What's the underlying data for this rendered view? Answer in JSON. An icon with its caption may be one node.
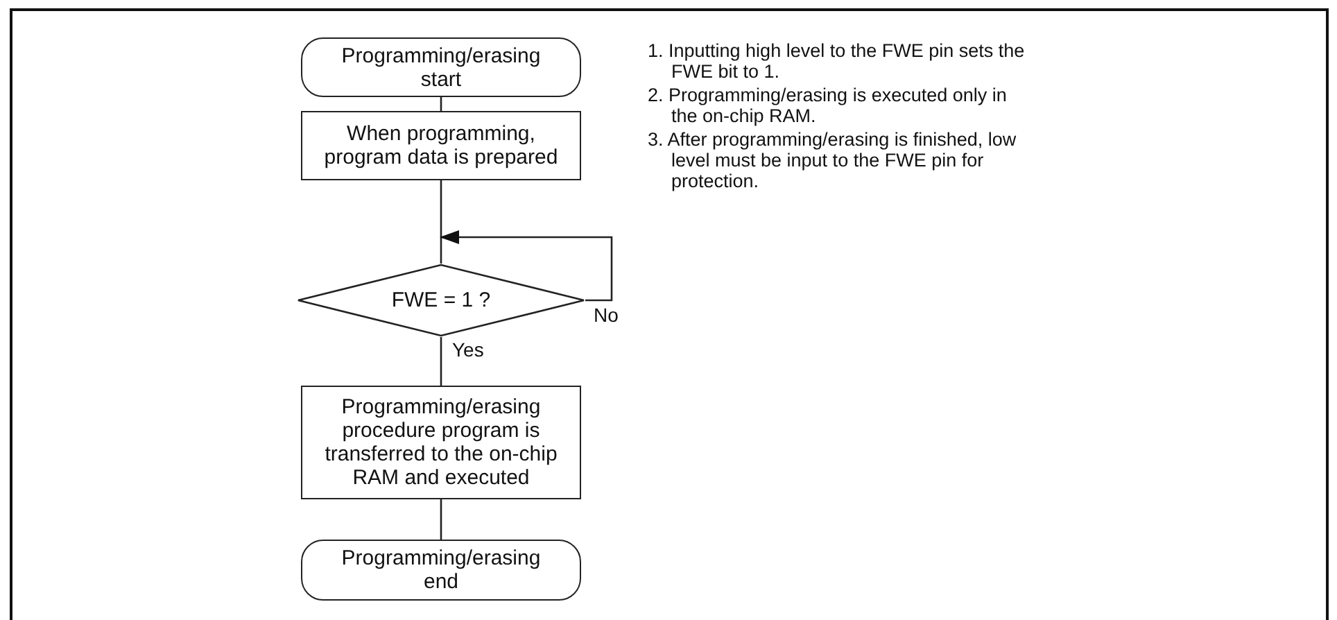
{
  "diagram": {
    "nodes": [
      {
        "text": [
          "Programming/erasing start"
        ]
      },
      {
        "text": [
          "When programming, program data is prepared"
        ]
      },
      {
        "text": [
          "FWE = 1 ?"
        ]
      },
      {
        "text": [
          "Programming/erasing procedure program is transferred to the on-chip RAM and executed"
        ]
      },
      {
        "text": [
          "Programming/erasing end"
        ]
      }
    ],
    "edges": [
      {
        "from": 0,
        "to": 1,
        "arrow": "none"
      },
      {
        "from": 1,
        "to": 2,
        "arrow": "none"
      },
      {
        "from": 2,
        "to": 3,
        "arrow": "none",
        "label": "Yes"
      },
      {
        "from": 3,
        "to": 4,
        "arrow": "none"
      },
      {
        "from": 2,
        "to": null,
        "arrow": "to",
        "label": "No"
      }
    ],
    "labels": [
      "1. Inputting high level to the FWE pin sets the FWE bit to 1.",
      "2. Programming/erasing is executed only in the on-chip RAM.",
      "3. After programming/erasing is finished, low level must be input to the FWE pin for protection."
    ]
  }
}
